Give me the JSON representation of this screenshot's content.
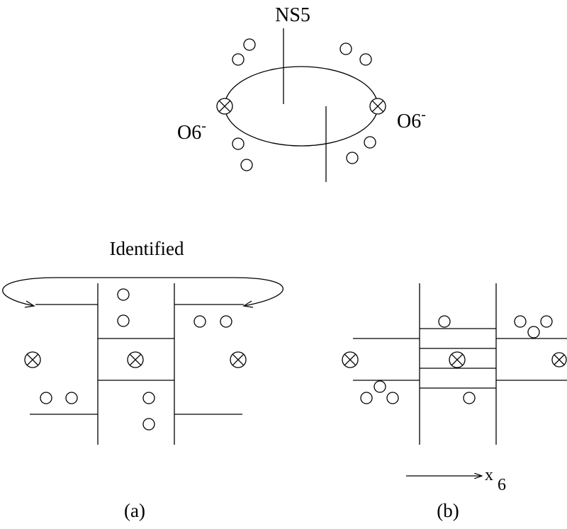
{
  "top": {
    "ns5_label": "NS5",
    "o6_left": {
      "base": "O6",
      "sup": "-"
    },
    "o6_right": {
      "base": "O6",
      "sup": "-"
    }
  },
  "panel_a": {
    "identified_label": "Identified",
    "caption": "(a)"
  },
  "panel_b": {
    "caption": "(b)"
  },
  "axis": {
    "label": "x",
    "subscript": "6"
  }
}
